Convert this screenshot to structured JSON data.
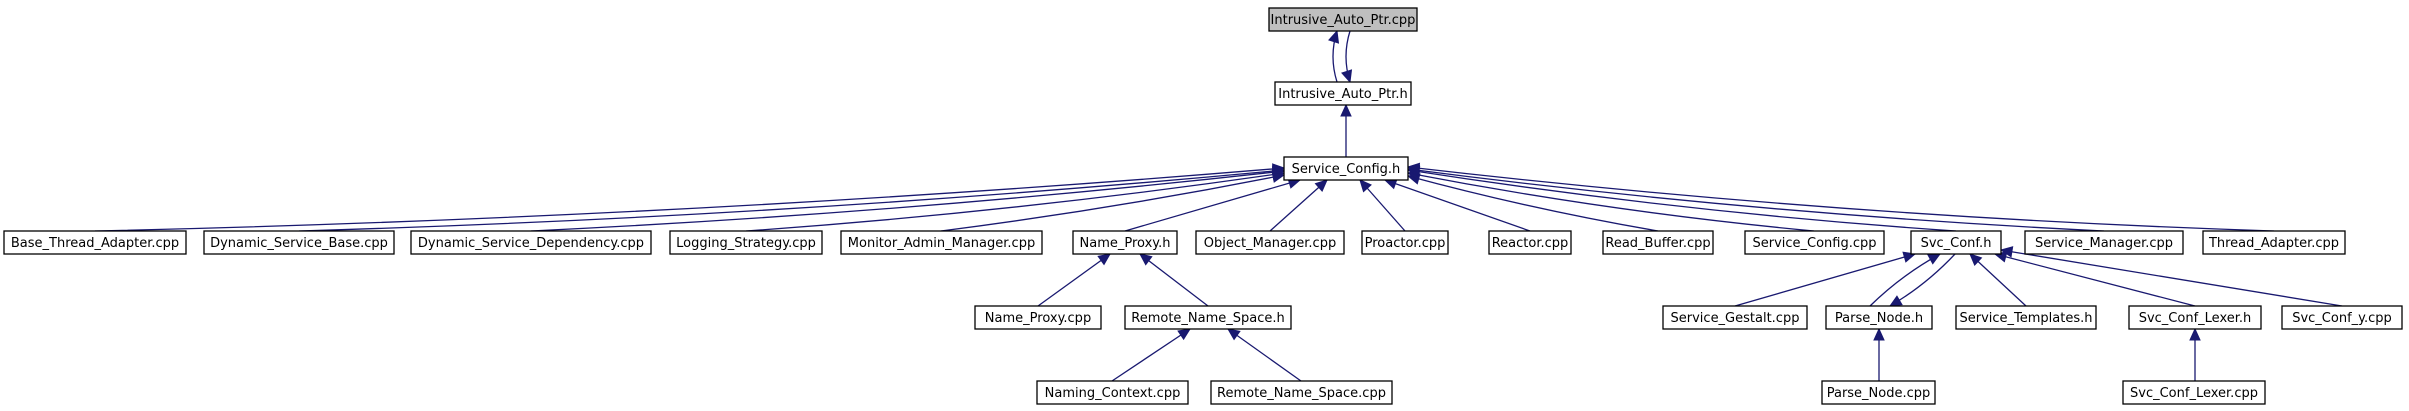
{
  "diagram": {
    "colors": {
      "edge": "#191970",
      "root_fill": "#bfbfbf",
      "node_fill": "#ffffff",
      "border": "#000000"
    },
    "nodes": [
      {
        "id": "intrusive_cpp",
        "label": "Intrusive_Auto_Ptr.cpp",
        "root": true
      },
      {
        "id": "intrusive_h",
        "label": "Intrusive_Auto_Ptr.h"
      },
      {
        "id": "service_config_h",
        "label": "Service_Config.h"
      },
      {
        "id": "base_thread_adapter",
        "label": "Base_Thread_Adapter.cpp"
      },
      {
        "id": "dynamic_service_base",
        "label": "Dynamic_Service_Base.cpp"
      },
      {
        "id": "dynamic_service_dependency",
        "label": "Dynamic_Service_Dependency.cpp"
      },
      {
        "id": "logging_strategy",
        "label": "Logging_Strategy.cpp"
      },
      {
        "id": "monitor_admin_manager",
        "label": "Monitor_Admin_Manager.cpp"
      },
      {
        "id": "name_proxy_h",
        "label": "Name_Proxy.h"
      },
      {
        "id": "object_manager",
        "label": "Object_Manager.cpp"
      },
      {
        "id": "proactor",
        "label": "Proactor.cpp"
      },
      {
        "id": "reactor",
        "label": "Reactor.cpp"
      },
      {
        "id": "read_buffer",
        "label": "Read_Buffer.cpp"
      },
      {
        "id": "service_config_cpp",
        "label": "Service_Config.cpp"
      },
      {
        "id": "svc_conf_h",
        "label": "Svc_Conf.h"
      },
      {
        "id": "service_manager",
        "label": "Service_Manager.cpp"
      },
      {
        "id": "thread_adapter",
        "label": "Thread_Adapter.cpp"
      },
      {
        "id": "name_proxy_cpp",
        "label": "Name_Proxy.cpp"
      },
      {
        "id": "remote_name_space_h",
        "label": "Remote_Name_Space.h"
      },
      {
        "id": "service_gestalt",
        "label": "Service_Gestalt.cpp"
      },
      {
        "id": "parse_node_h",
        "label": "Parse_Node.h"
      },
      {
        "id": "service_templates",
        "label": "Service_Templates.h"
      },
      {
        "id": "svc_conf_lexer_h",
        "label": "Svc_Conf_Lexer.h"
      },
      {
        "id": "svc_conf_y",
        "label": "Svc_Conf_y.cpp"
      },
      {
        "id": "naming_context",
        "label": "Naming_Context.cpp"
      },
      {
        "id": "remote_name_space_cpp",
        "label": "Remote_Name_Space.cpp"
      },
      {
        "id": "parse_node_cpp",
        "label": "Parse_Node.cpp"
      },
      {
        "id": "svc_conf_lexer_cpp",
        "label": "Svc_Conf_Lexer.cpp"
      }
    ],
    "edges": [
      {
        "from": "intrusive_h",
        "to": "intrusive_cpp"
      },
      {
        "from": "intrusive_cpp",
        "to": "intrusive_h"
      },
      {
        "from": "service_config_h",
        "to": "intrusive_h"
      },
      {
        "from": "base_thread_adapter",
        "to": "service_config_h"
      },
      {
        "from": "dynamic_service_base",
        "to": "service_config_h"
      },
      {
        "from": "dynamic_service_dependency",
        "to": "service_config_h"
      },
      {
        "from": "logging_strategy",
        "to": "service_config_h"
      },
      {
        "from": "monitor_admin_manager",
        "to": "service_config_h"
      },
      {
        "from": "name_proxy_h",
        "to": "service_config_h"
      },
      {
        "from": "object_manager",
        "to": "service_config_h"
      },
      {
        "from": "proactor",
        "to": "service_config_h"
      },
      {
        "from": "reactor",
        "to": "service_config_h"
      },
      {
        "from": "read_buffer",
        "to": "service_config_h"
      },
      {
        "from": "service_config_cpp",
        "to": "service_config_h"
      },
      {
        "from": "svc_conf_h",
        "to": "service_config_h"
      },
      {
        "from": "service_manager",
        "to": "service_config_h"
      },
      {
        "from": "thread_adapter",
        "to": "service_config_h"
      },
      {
        "from": "name_proxy_cpp",
        "to": "name_proxy_h"
      },
      {
        "from": "remote_name_space_h",
        "to": "name_proxy_h"
      },
      {
        "from": "naming_context",
        "to": "remote_name_space_h"
      },
      {
        "from": "remote_name_space_cpp",
        "to": "remote_name_space_h"
      },
      {
        "from": "service_gestalt",
        "to": "svc_conf_h"
      },
      {
        "from": "parse_node_h",
        "to": "svc_conf_h"
      },
      {
        "from": "svc_conf_h",
        "to": "parse_node_h"
      },
      {
        "from": "service_templates",
        "to": "svc_conf_h"
      },
      {
        "from": "svc_conf_lexer_h",
        "to": "svc_conf_h"
      },
      {
        "from": "svc_conf_y",
        "to": "svc_conf_h"
      },
      {
        "from": "parse_node_cpp",
        "to": "parse_node_h"
      },
      {
        "from": "svc_conf_lexer_cpp",
        "to": "svc_conf_lexer_h"
      }
    ]
  }
}
